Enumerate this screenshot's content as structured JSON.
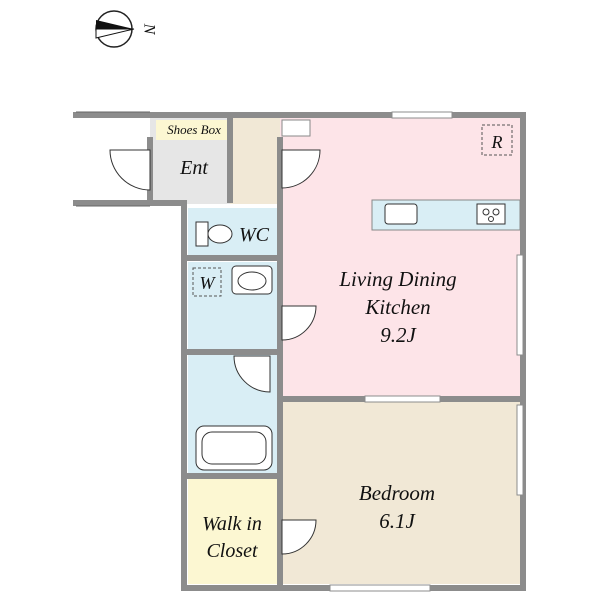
{
  "compass": {
    "north_label": "N"
  },
  "rooms": {
    "shoes_box": {
      "label": "Shoes Box"
    },
    "entrance": {
      "label": "Ent"
    },
    "wc": {
      "label": "WC"
    },
    "washer": {
      "label": "W"
    },
    "ldk": {
      "name_line1": "Living Dining",
      "name_line2": "Kitchen",
      "size": "9.2J"
    },
    "bedroom": {
      "name": "Bedroom",
      "size": "6.1J"
    },
    "closet": {
      "line1": "Walk in",
      "line2": "Closet"
    },
    "fridge": {
      "label": "R"
    }
  },
  "colors": {
    "ldk": "#fde4e8",
    "bedroom": "#f1e8d6",
    "wet_area": "#d9eef5",
    "closet": "#fcf7d2",
    "entrance": "#e6e6e6",
    "storage": "#f1e8d6",
    "wall": "#8c8c8c"
  }
}
